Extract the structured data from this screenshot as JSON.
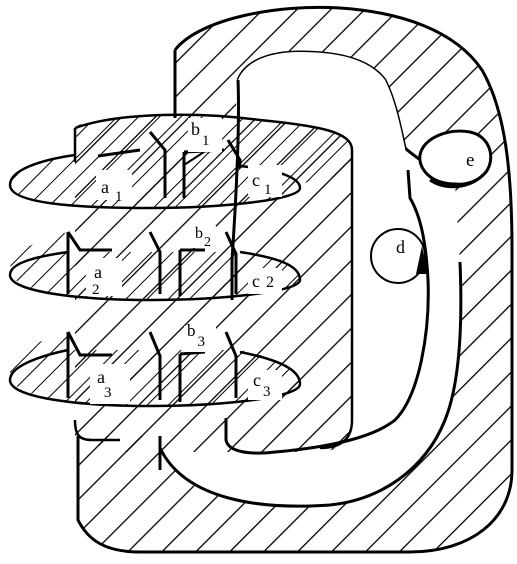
{
  "diagram": {
    "labels": {
      "a1": {
        "base": "a",
        "sub": "1"
      },
      "a2": {
        "base": "a",
        "sub": "2"
      },
      "a3": {
        "base": "a",
        "sub": "3"
      },
      "b1": {
        "base": "b",
        "sub": "1"
      },
      "b2": {
        "base": "b",
        "sub": "2"
      },
      "b3": {
        "base": "b",
        "sub": "3"
      },
      "c1": {
        "base": "c",
        "sub": "1"
      },
      "c2": {
        "base": "c",
        "sub": "2"
      },
      "c3": {
        "base": "c",
        "sub": "3"
      },
      "d": "d",
      "e": "e"
    }
  }
}
